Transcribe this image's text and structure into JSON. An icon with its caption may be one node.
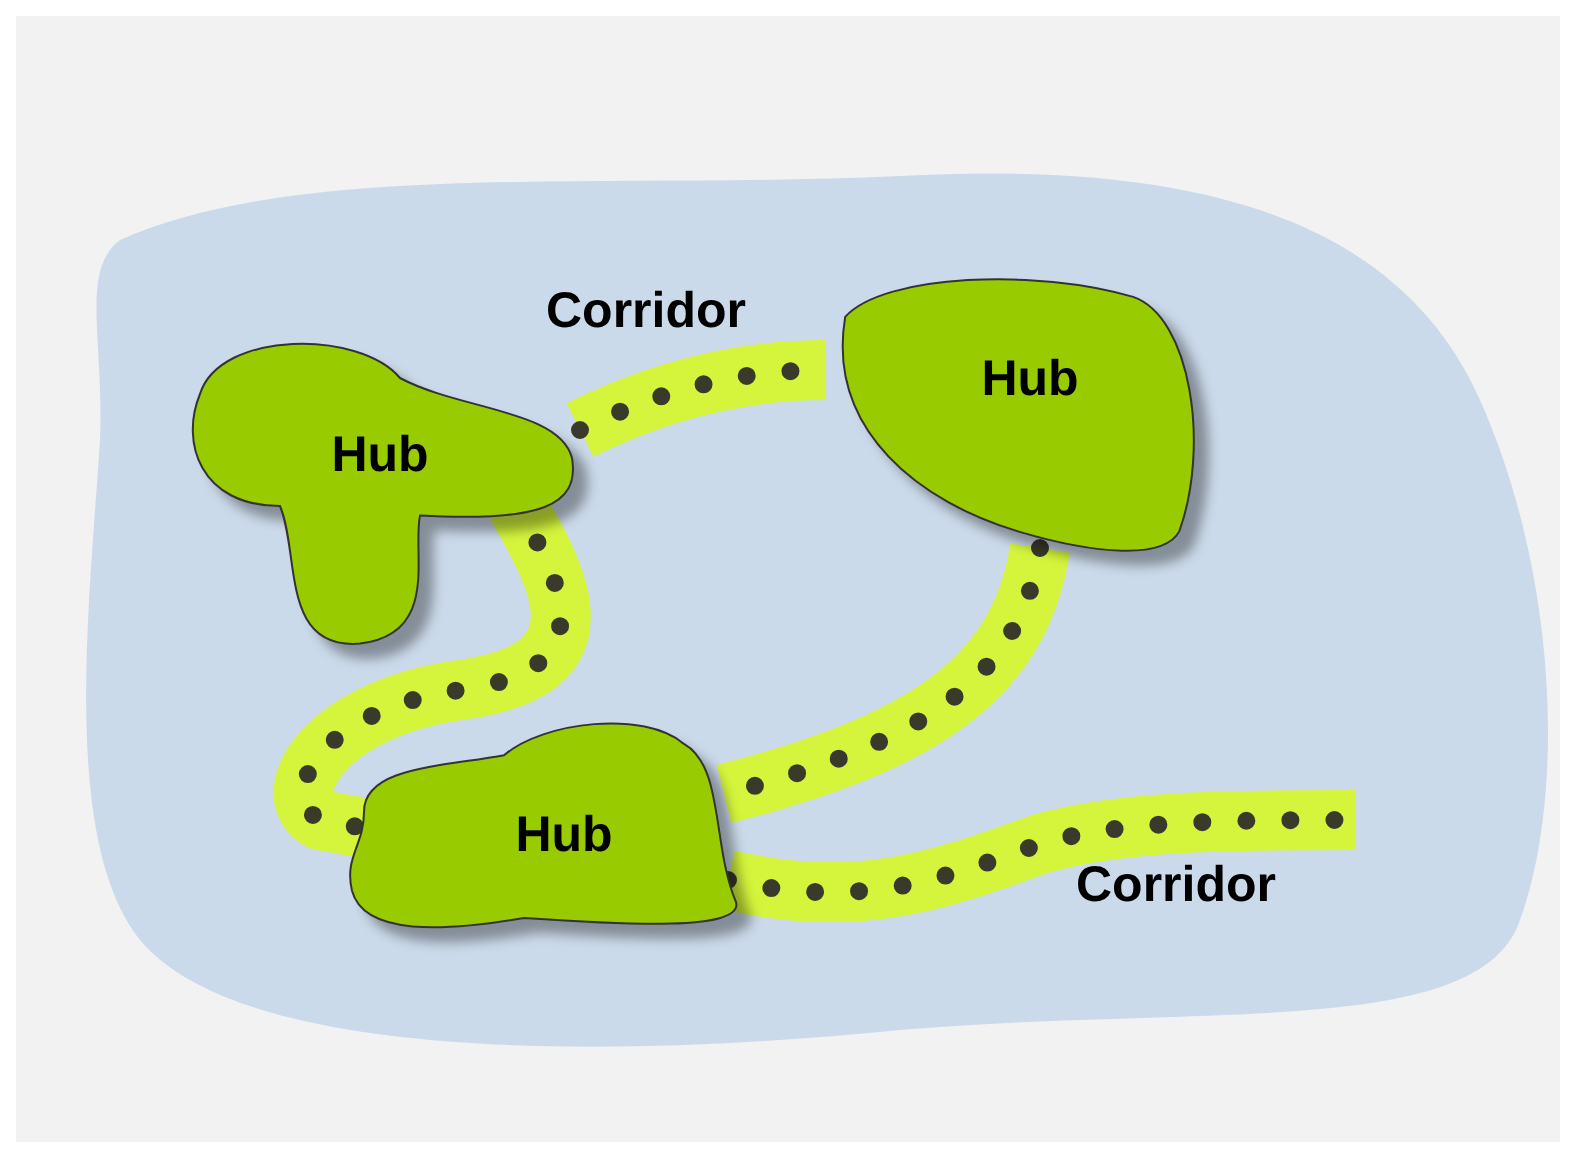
{
  "diagram": {
    "nodes": [
      {
        "text": [
          "Hub"
        ]
      },
      {
        "text": [
          "Hub"
        ]
      },
      {
        "text": [
          "Hub"
        ]
      }
    ],
    "edges": [
      {
        "from": 0,
        "to": 1,
        "arrow": "none",
        "label": "Corridor"
      },
      {
        "from": 0,
        "to": 2,
        "arrow": "none"
      },
      {
        "from": 1,
        "to": 2,
        "arrow": "none"
      },
      {
        "from": 2,
        "to": null,
        "arrow": "none",
        "label": "Corridor"
      }
    ]
  }
}
